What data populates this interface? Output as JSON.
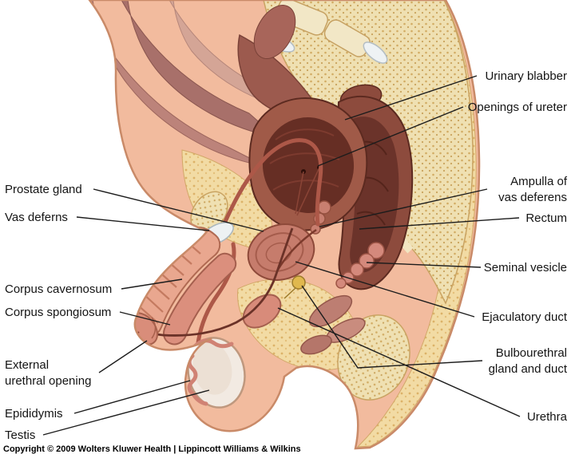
{
  "diagram": {
    "labels": {
      "right": [
        {
          "name": "urinary-bladder",
          "text": "Urinary blabber"
        },
        {
          "name": "openings-of-ureter",
          "text": "Openings of ureter"
        },
        {
          "name": "ampulla-of-vas-deferens",
          "text": "Ampulla of\nvas deferens"
        },
        {
          "name": "rectum",
          "text": "Rectum"
        },
        {
          "name": "seminal-vesicle",
          "text": "Seminal vesicle"
        },
        {
          "name": "ejaculatory-duct",
          "text": "Ejaculatory duct"
        },
        {
          "name": "bulbourethral-gland-and-duct",
          "text": "Bulbourethral\ngland and duct"
        },
        {
          "name": "urethra",
          "text": "Urethra"
        }
      ],
      "left": [
        {
          "name": "prostate-gland",
          "text": "Prostate gland"
        },
        {
          "name": "vas-deferens",
          "text": "Vas deferns"
        },
        {
          "name": "corpus-cavernosum",
          "text": "Corpus cavernosum"
        },
        {
          "name": "corpus-spongiosum",
          "text": "Corpus spongiosum"
        },
        {
          "name": "external-urethral-opening",
          "text": "External\nurethral opening"
        },
        {
          "name": "epididymis",
          "text": "Epididymis"
        },
        {
          "name": "testis",
          "text": "Testis"
        }
      ]
    },
    "palette": {
      "skin": "#f2bb9e",
      "skin_outline": "#c98a68",
      "bone_speckle": "#efe0b2",
      "organ_dark": "#6b332a",
      "organ_wall": "#a05a48",
      "pink_tissue": "#e9a78f",
      "gland_yellow": "#e0b84e",
      "leader_line": "#1c1c1c"
    }
  },
  "footer": {
    "copyright": "Copyright © 2009 Wolters Kluwer Health | Lippincott Williams & Wilkins"
  }
}
